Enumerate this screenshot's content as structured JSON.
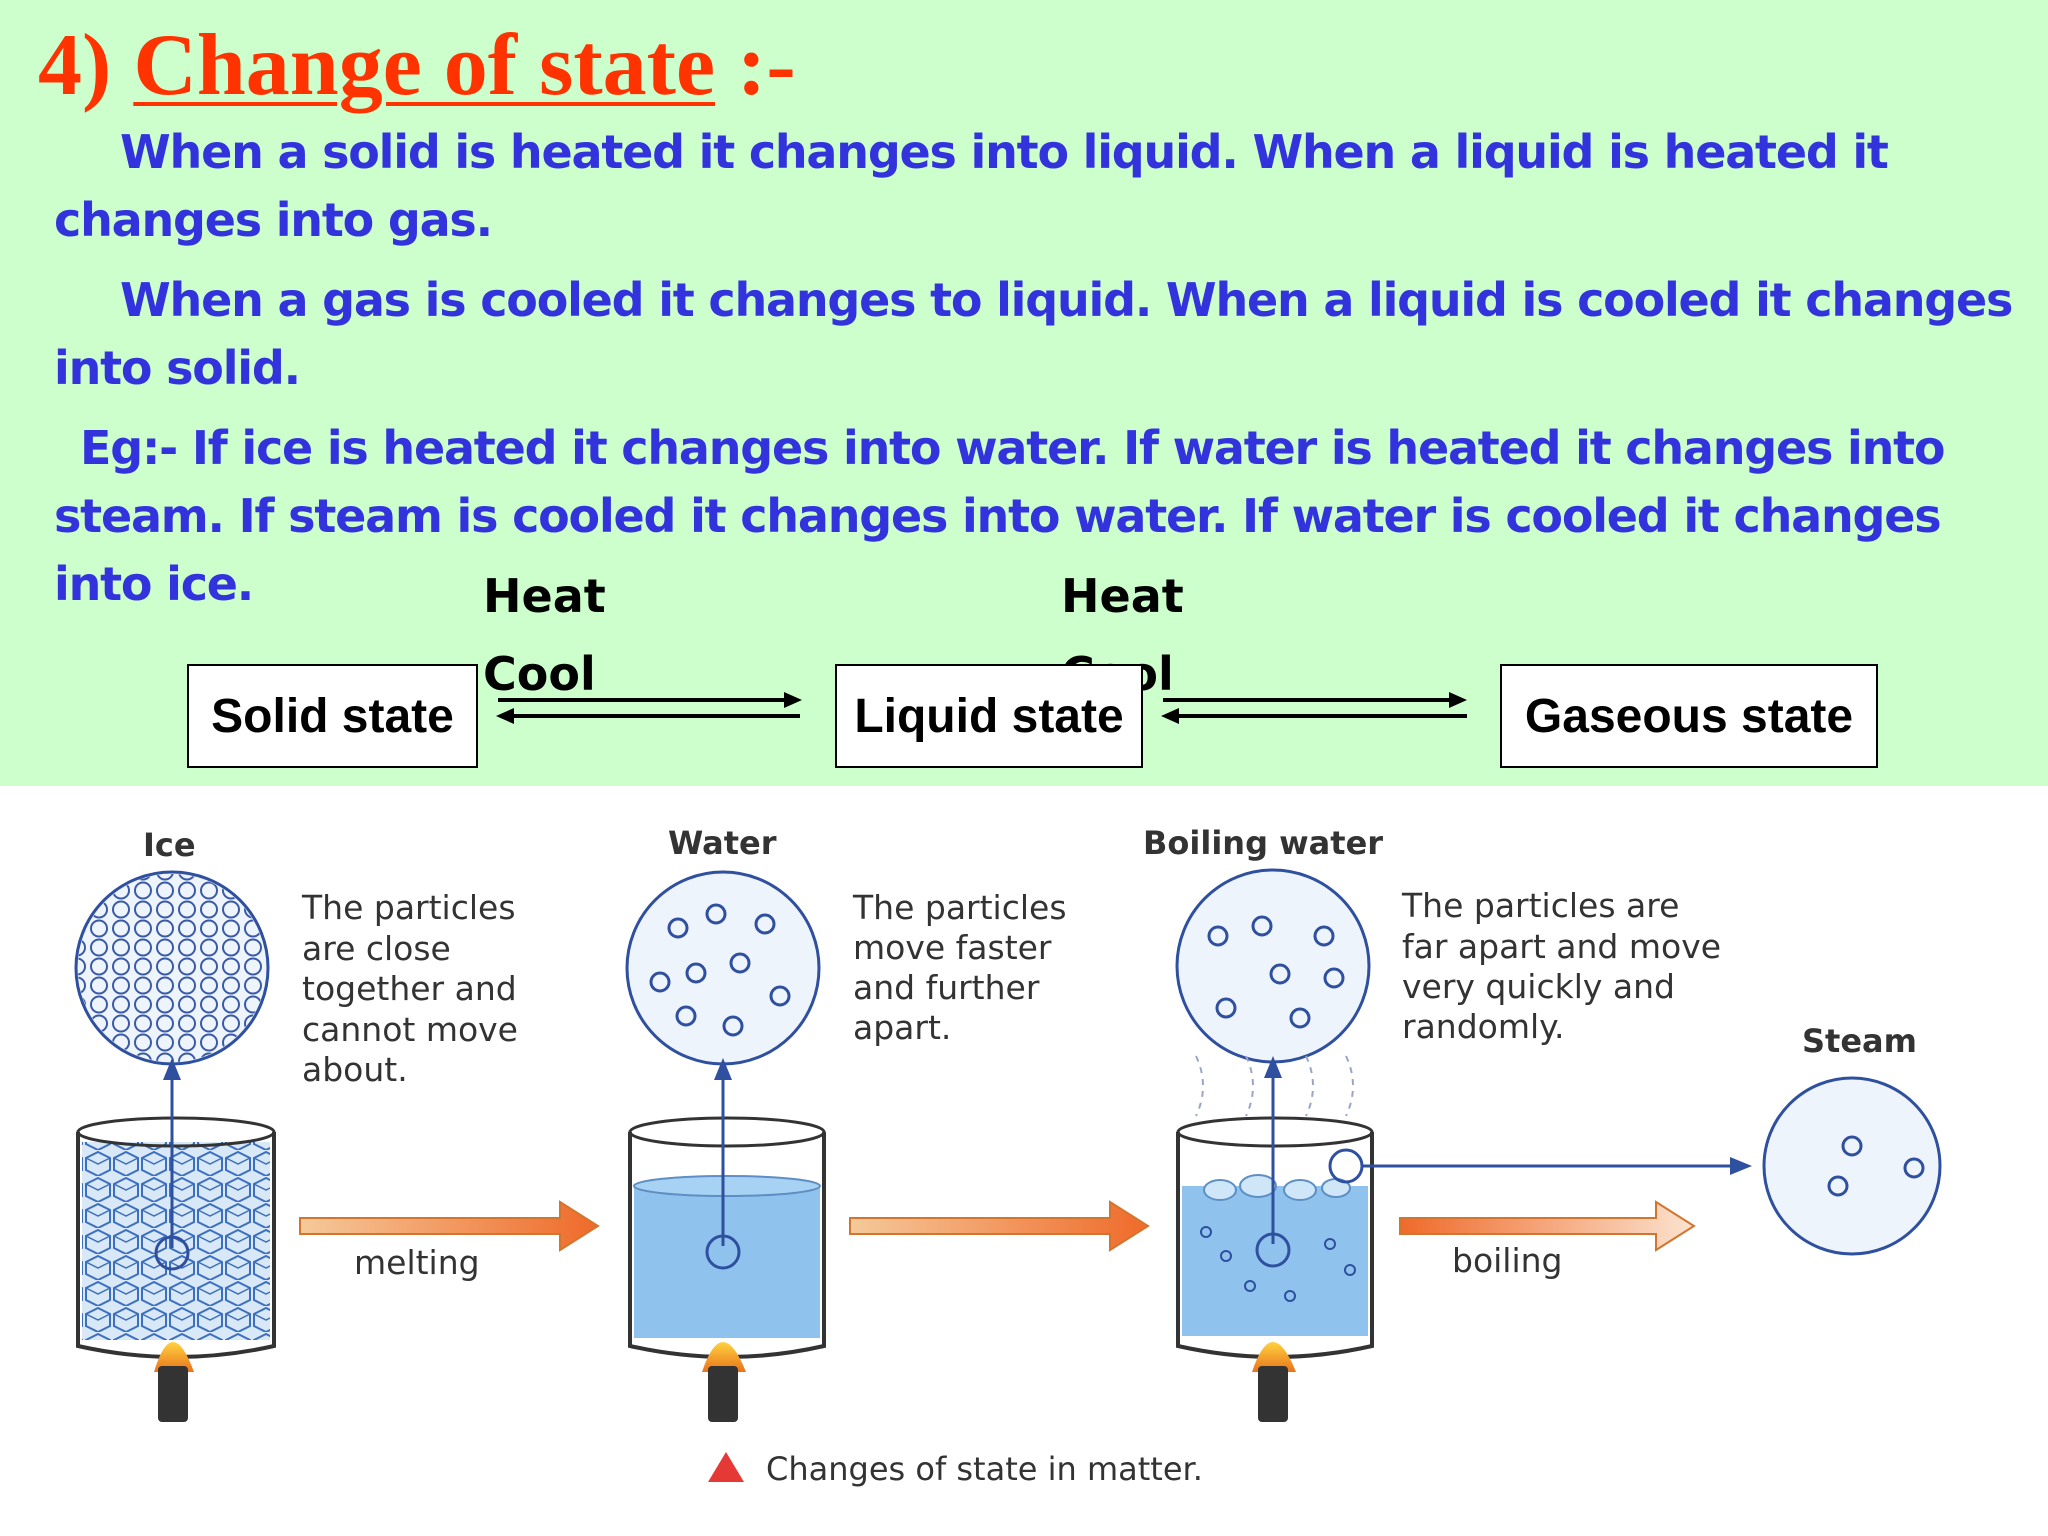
{
  "title": {
    "number": "4)",
    "text": "Change of state",
    "suffix": ":-"
  },
  "paragraphs": [
    "When a solid is heated it changes into liquid. When a liquid is heated it changes into gas.",
    "When a gas is cooled it changes to liquid. When a liquid is cooled it changes into solid.",
    "Eg:- If ice is heated it changes into water. If water is heated it changes into steam. If steam is cooled it changes into water. If water is cooled it changes into ice."
  ],
  "flow": {
    "heat_label_1": "Heat",
    "cool_label_1": "Cool",
    "heat_label_2": "Heat",
    "cool_label_2": "Cool",
    "states": [
      "Solid state",
      "Liquid state",
      "Gaseous state"
    ]
  },
  "diagram": {
    "labels": {
      "ice": "Ice",
      "water": "Water",
      "boiling_water": "Boiling water",
      "steam": "Steam"
    },
    "descriptions": {
      "ice": [
        "The particles",
        "are close",
        "together and",
        "cannot move",
        "about."
      ],
      "water": [
        "The particles",
        "move faster",
        "and further",
        "apart."
      ],
      "boiling": [
        "The particles are",
        "far apart and move",
        "very quickly and",
        "randomly."
      ]
    },
    "process_labels": {
      "melting": "melting",
      "boiling": "boiling"
    },
    "caption": "Changes of state in matter."
  },
  "colors": {
    "panel_background": "#ccffcc",
    "title": "#ff3300",
    "body_text": "#3333dd",
    "caption_marker": "#e53935",
    "diagram_blue": "#2f4f9f",
    "water_fill": "#8fc3ee",
    "process_arrow": "#f07f3c"
  }
}
